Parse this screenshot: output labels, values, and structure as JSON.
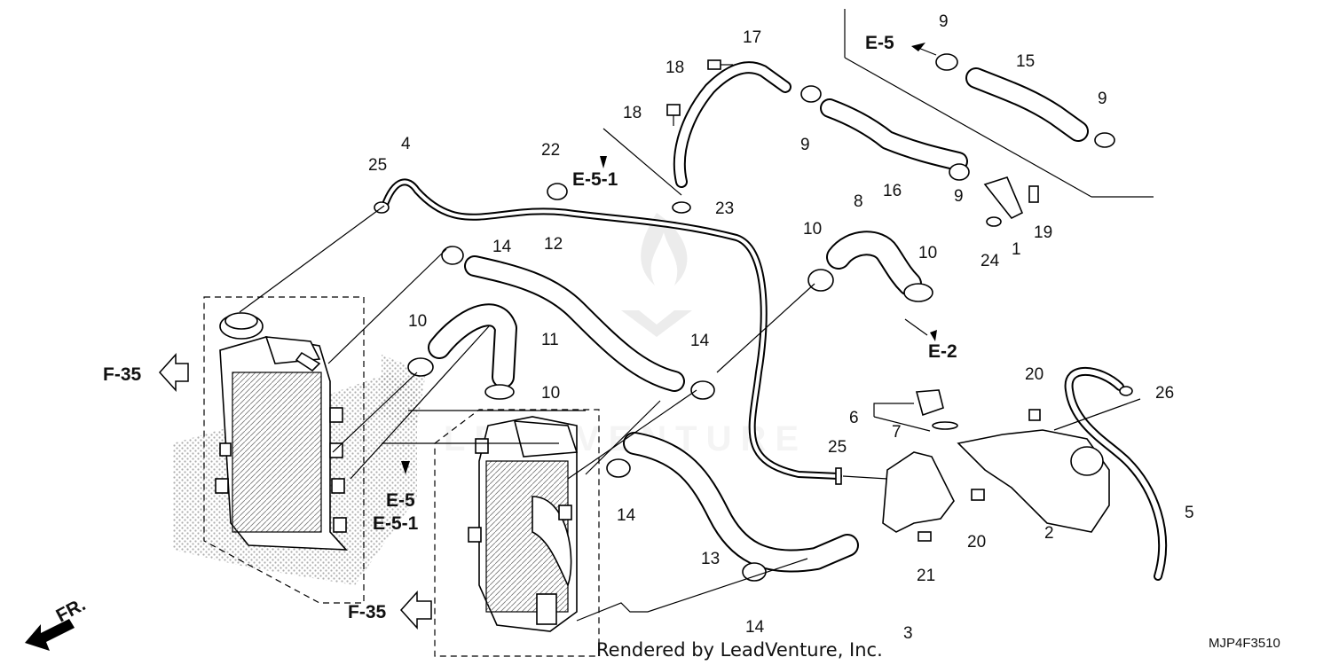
{
  "diagram": {
    "drawing_code": "MJP4F3510",
    "credit": "Rendered by LeadVenture, Inc.",
    "watermark": "LEADVENTURE",
    "direction_label": "FR.",
    "callouts": {
      "c1": "1",
      "c2": "2",
      "c3": "3",
      "c4": "4",
      "c5": "5",
      "c6": "6",
      "c7": "7",
      "c8": "8",
      "c9a": "9",
      "c9b": "9",
      "c9c": "9",
      "c9d": "9",
      "c10a": "10",
      "c10b": "10",
      "c10c": "10",
      "c10d": "10",
      "c11": "11",
      "c12": "12",
      "c13": "13",
      "c14a": "14",
      "c14b": "14",
      "c14c": "14",
      "c14d": "14",
      "c15": "15",
      "c16": "16",
      "c17": "17",
      "c18a": "18",
      "c18b": "18",
      "c19": "19",
      "c20a": "20",
      "c20b": "20",
      "c21": "21",
      "c22": "22",
      "c23": "23",
      "c24": "24",
      "c25a": "25",
      "c25b": "25",
      "c26": "26"
    },
    "refs": {
      "e5_top": "E-5",
      "e51_top": "E-5-1",
      "e2": "E-2",
      "f35_top": "F-35",
      "f35_bottom": "F-35",
      "e5_mid": "E-5",
      "e51_mid": "E-5-1"
    }
  }
}
